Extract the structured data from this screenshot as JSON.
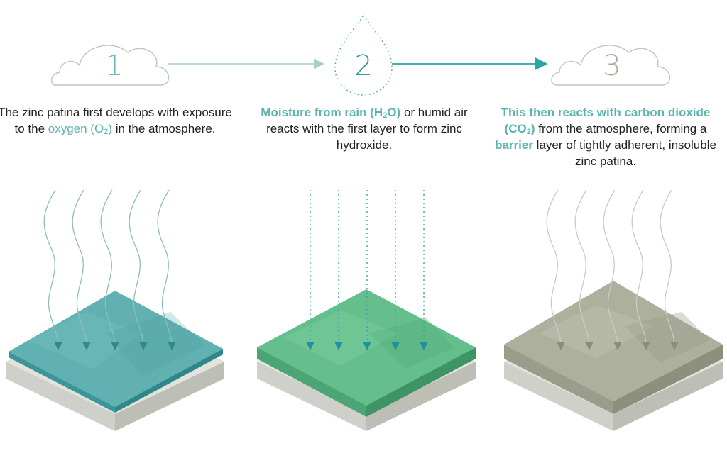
{
  "steps": [
    {
      "number": "1",
      "text": {
        "a": "The zinc patina first develops with exposure to the ",
        "b": "oxygen (O",
        "sub": "2",
        "c": ")",
        "d": " in the atmosphere."
      }
    },
    {
      "number": "2",
      "text": {
        "a": "Moisture from rain (H",
        "sub": "2",
        "b": "O)",
        "c": " or humid air reacts with the first layer to form zinc hydroxide."
      }
    },
    {
      "number": "3",
      "text": {
        "a": "This then reacts with carbon dioxide (CO",
        "sub": "2",
        "b": ")",
        "c": " from the atmosphere, forming a ",
        "d": "barrier",
        "e": " layer of tightly adherent, insoluble zinc patina."
      }
    }
  ],
  "colors": {
    "teal": "#5ab5ae",
    "teal_dark": "#2e8f90",
    "layer1": "#5fb0b0",
    "layer2": "#62bd8a",
    "layer3": "#a9ac98",
    "base": "#d7d9d3",
    "cloud_stroke": "#aab7ae",
    "text": "#222222"
  },
  "icons": [
    "cloud-icon",
    "water-drop-icon",
    "cloud-icon",
    "wavy-arrow-icon",
    "dotted-arrow-icon"
  ]
}
